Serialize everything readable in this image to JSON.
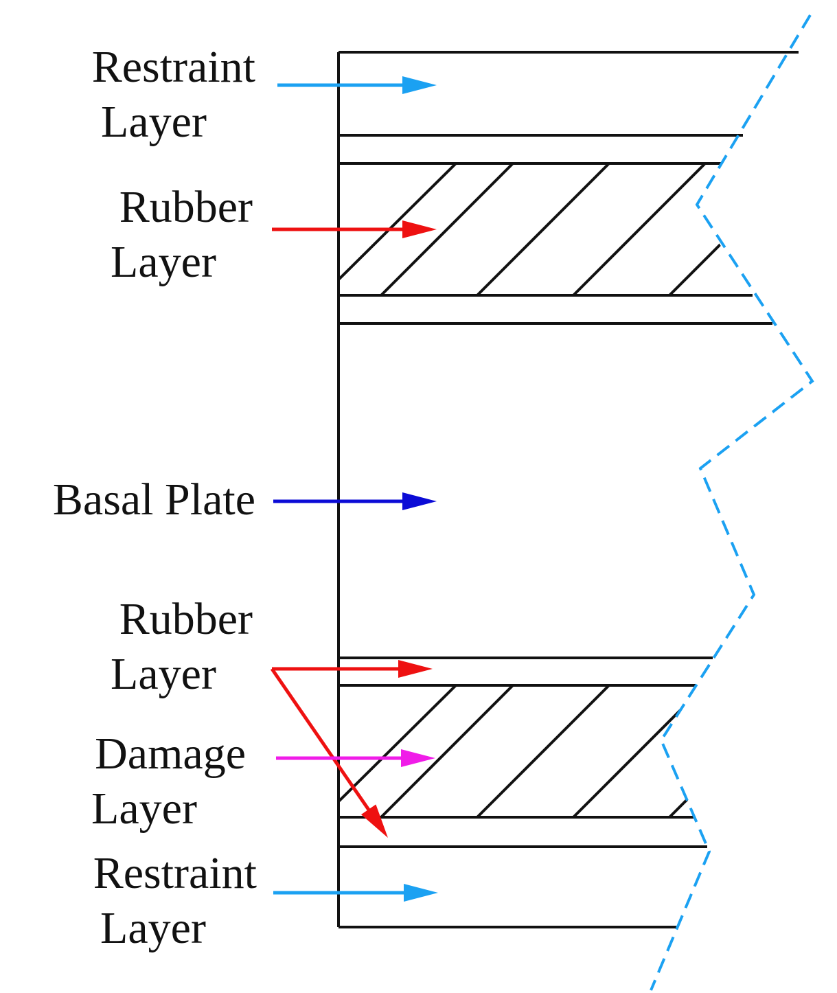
{
  "labels": {
    "restraint_top": {
      "line1": "Restraint",
      "line2": "Layer"
    },
    "rubber_top": {
      "line1": "Rubber",
      "line2": "Layer"
    },
    "basal_plate": "Basal Plate",
    "rubber_bottom": {
      "line1": "Rubber",
      "line2": "Layer"
    },
    "damage": {
      "line1": "Damage",
      "line2": "Layer"
    },
    "restraint_bottom": {
      "line1": "Restraint",
      "line2": "Layer"
    }
  },
  "colors": {
    "restraint_arrow": "#1ba1f2",
    "rubber_arrow": "#ee1111",
    "basal_arrow": "#0b0bd6",
    "damage_arrow": "#f01ce8",
    "break_line": "#1ba1f2",
    "structure_line": "#111111"
  }
}
